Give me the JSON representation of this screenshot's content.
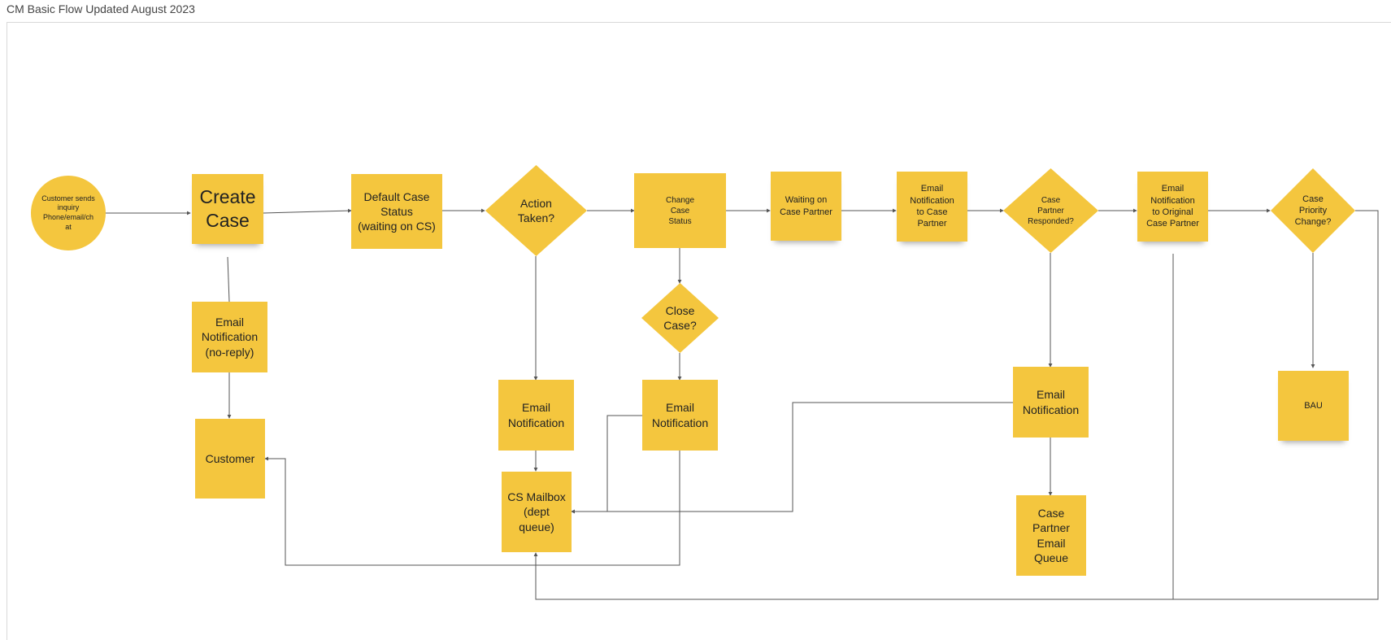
{
  "board": {
    "title": "CM Basic Flow Updated August 2023"
  },
  "colors": {
    "sticky": "#f4c63e",
    "connector": "#555555"
  },
  "nodes": {
    "start": "Customer sends\ninquiry\nPhone/email/ch\nat",
    "create_case": "Create\nCase",
    "default_status": "Default Case\nStatus\n(waiting on CS)",
    "action_taken": "Action\nTaken?",
    "change_status": "Change\nCase\nStatus",
    "waiting_partner": "Waiting on\nCase Partner",
    "email_to_partner": "Email\nNotification\nto Case\nPartner",
    "partner_responded": "Case\nPartner\nResponded?",
    "email_original_partner": "Email\nNotification\nto Original\nCase Partner",
    "priority_change": "Case\nPriority\nChange?",
    "email_noreply": "Email\nNotification\n(no-reply)",
    "customer": "Customer",
    "email_notification_1": "Email\nNotification",
    "close_case": "Close\nCase?",
    "email_notification_2": "Email\nNotification",
    "cs_mailbox": "CS Mailbox\n(dept\nqueue)",
    "email_notification_3": "Email\nNotification",
    "partner_queue": "Case\nPartner\nEmail\nQueue",
    "bau": "BAU"
  }
}
